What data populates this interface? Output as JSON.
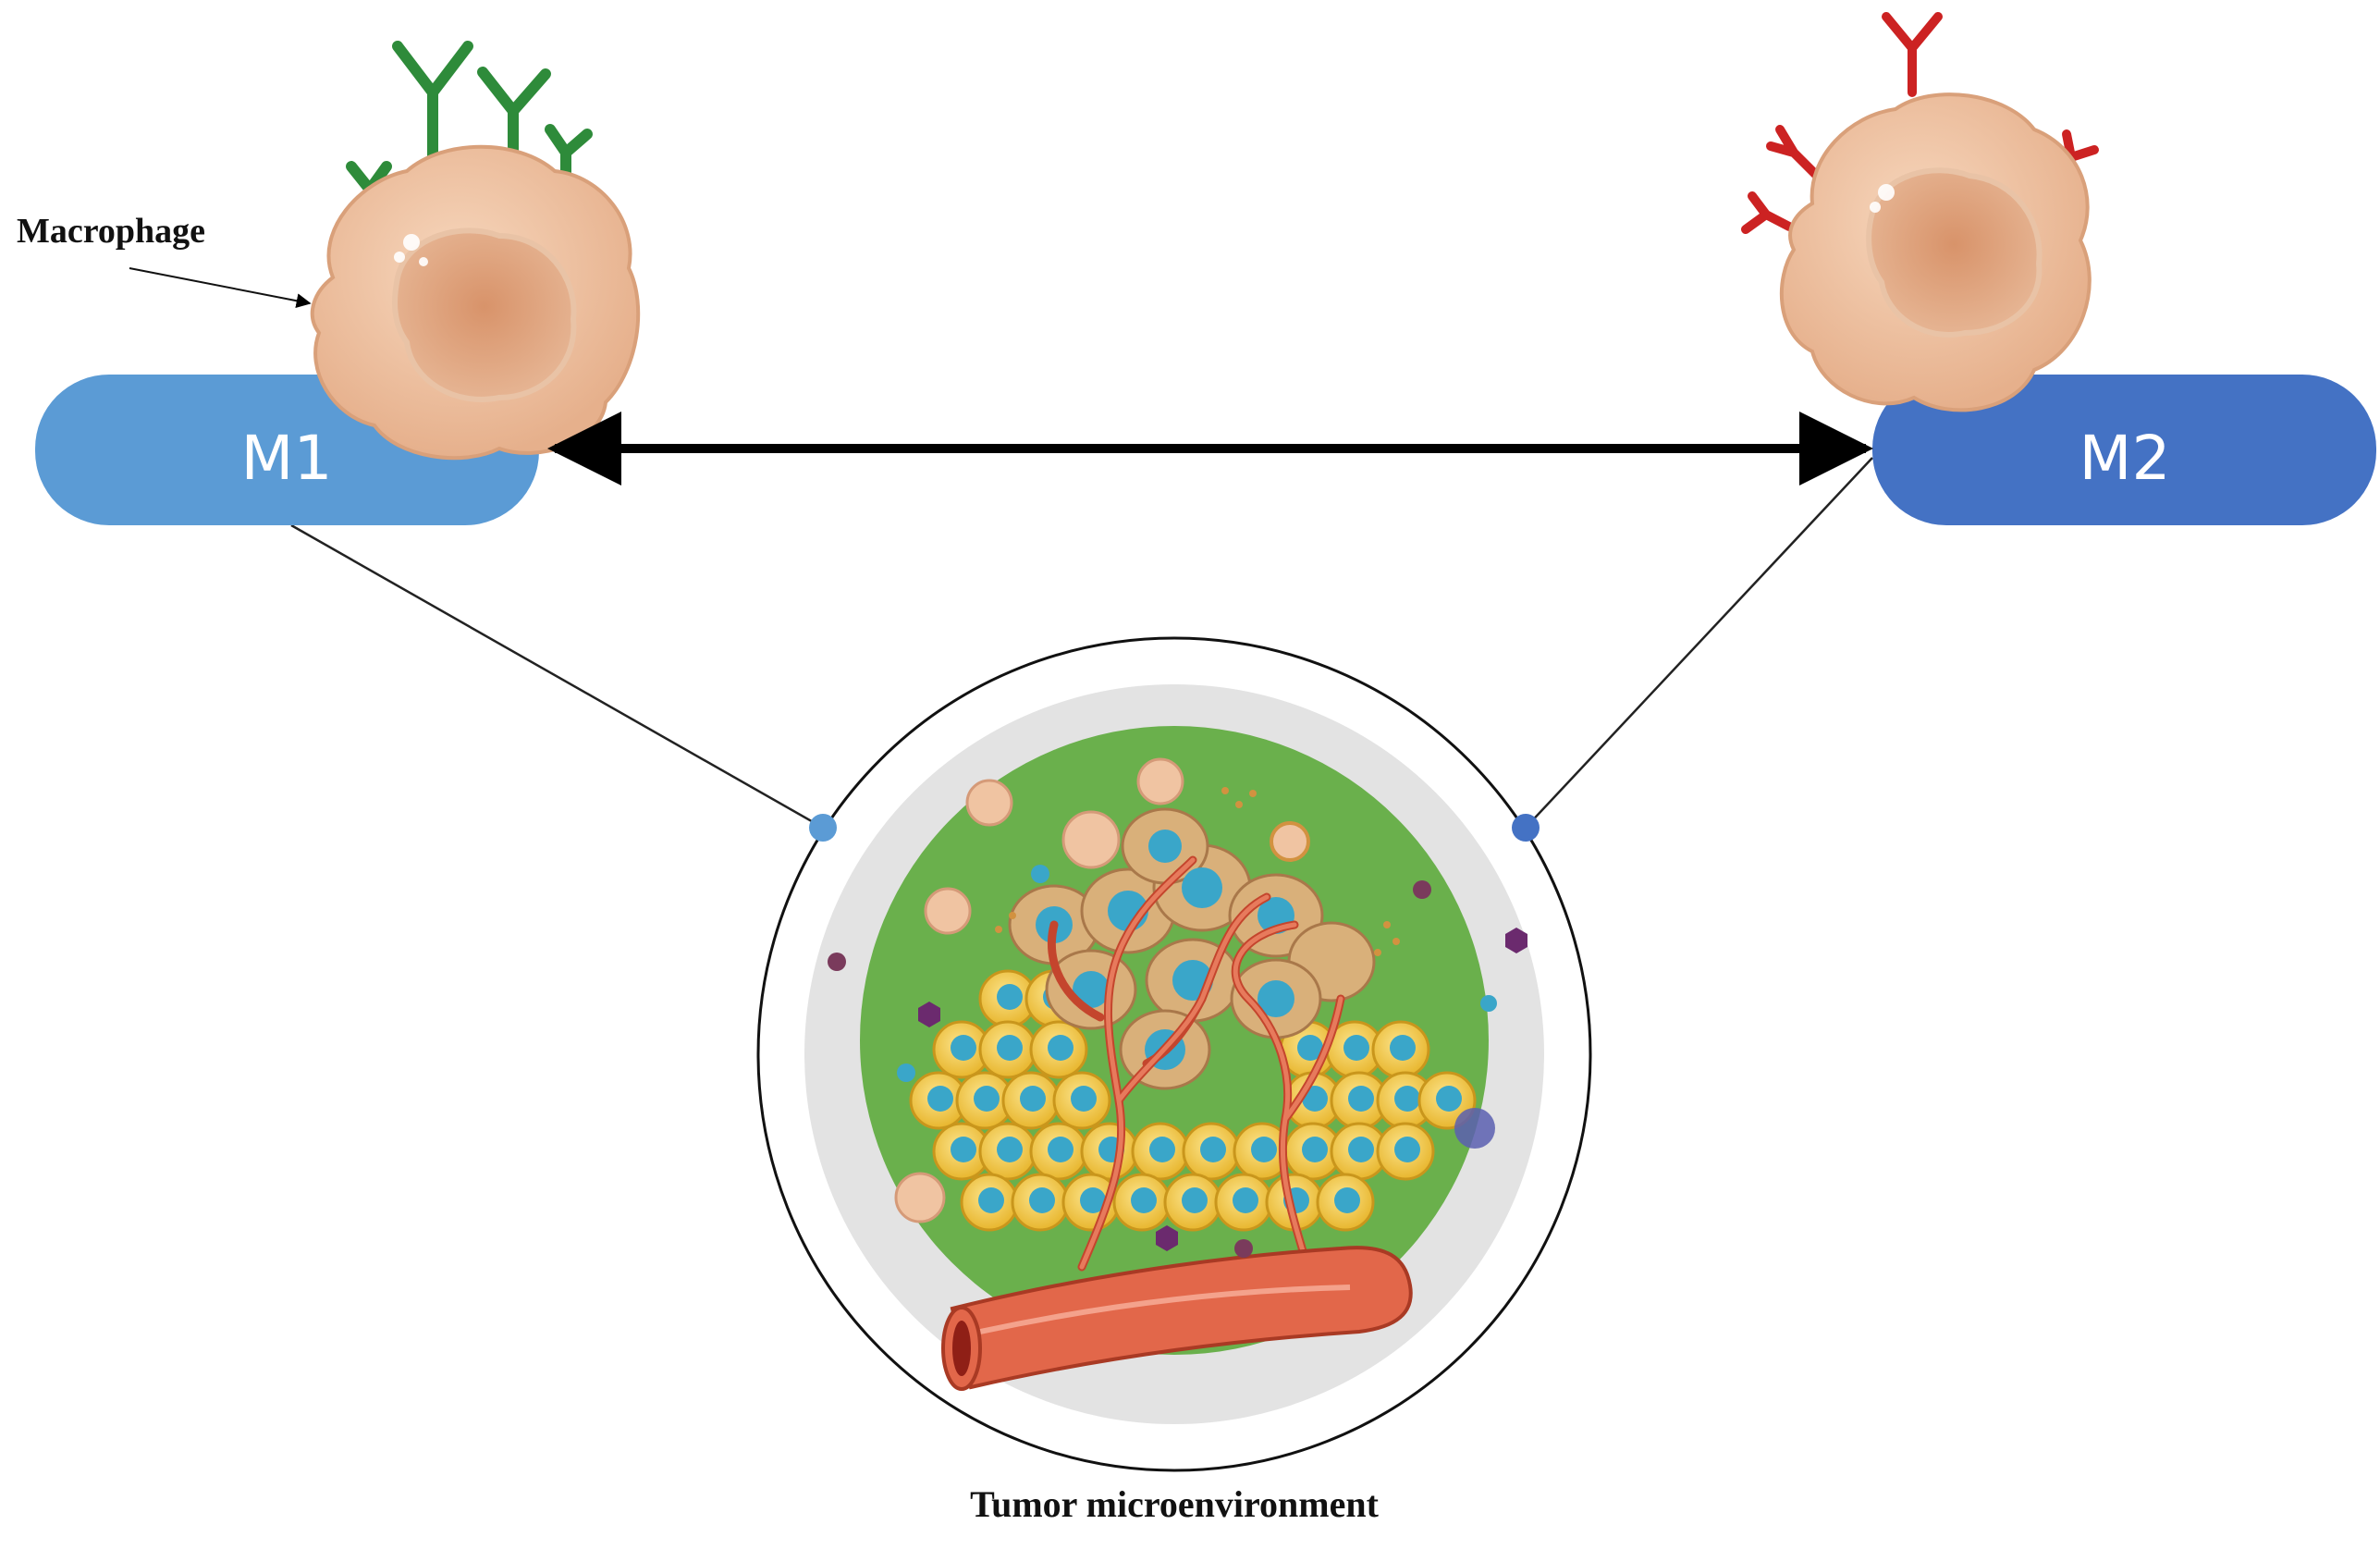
{
  "labels": {
    "macrophage": "Macrophage",
    "m1": "M1",
    "m2": "M2",
    "tumor": "Tumor microenvironment"
  },
  "colors": {
    "m1_pill": "#5b9bd5",
    "m2_pill": "#4472c4",
    "m1_receptor": "#2e8b3a",
    "m2_receptor": "#cc2222",
    "cell_body": "#f0c4a2",
    "nucleus": "#d99a72",
    "tissue": "#6ab04c",
    "tumor_cell": "#f2c94c",
    "tumor_nucleus": "#3aa6c9",
    "vessel": "#e2674a"
  }
}
